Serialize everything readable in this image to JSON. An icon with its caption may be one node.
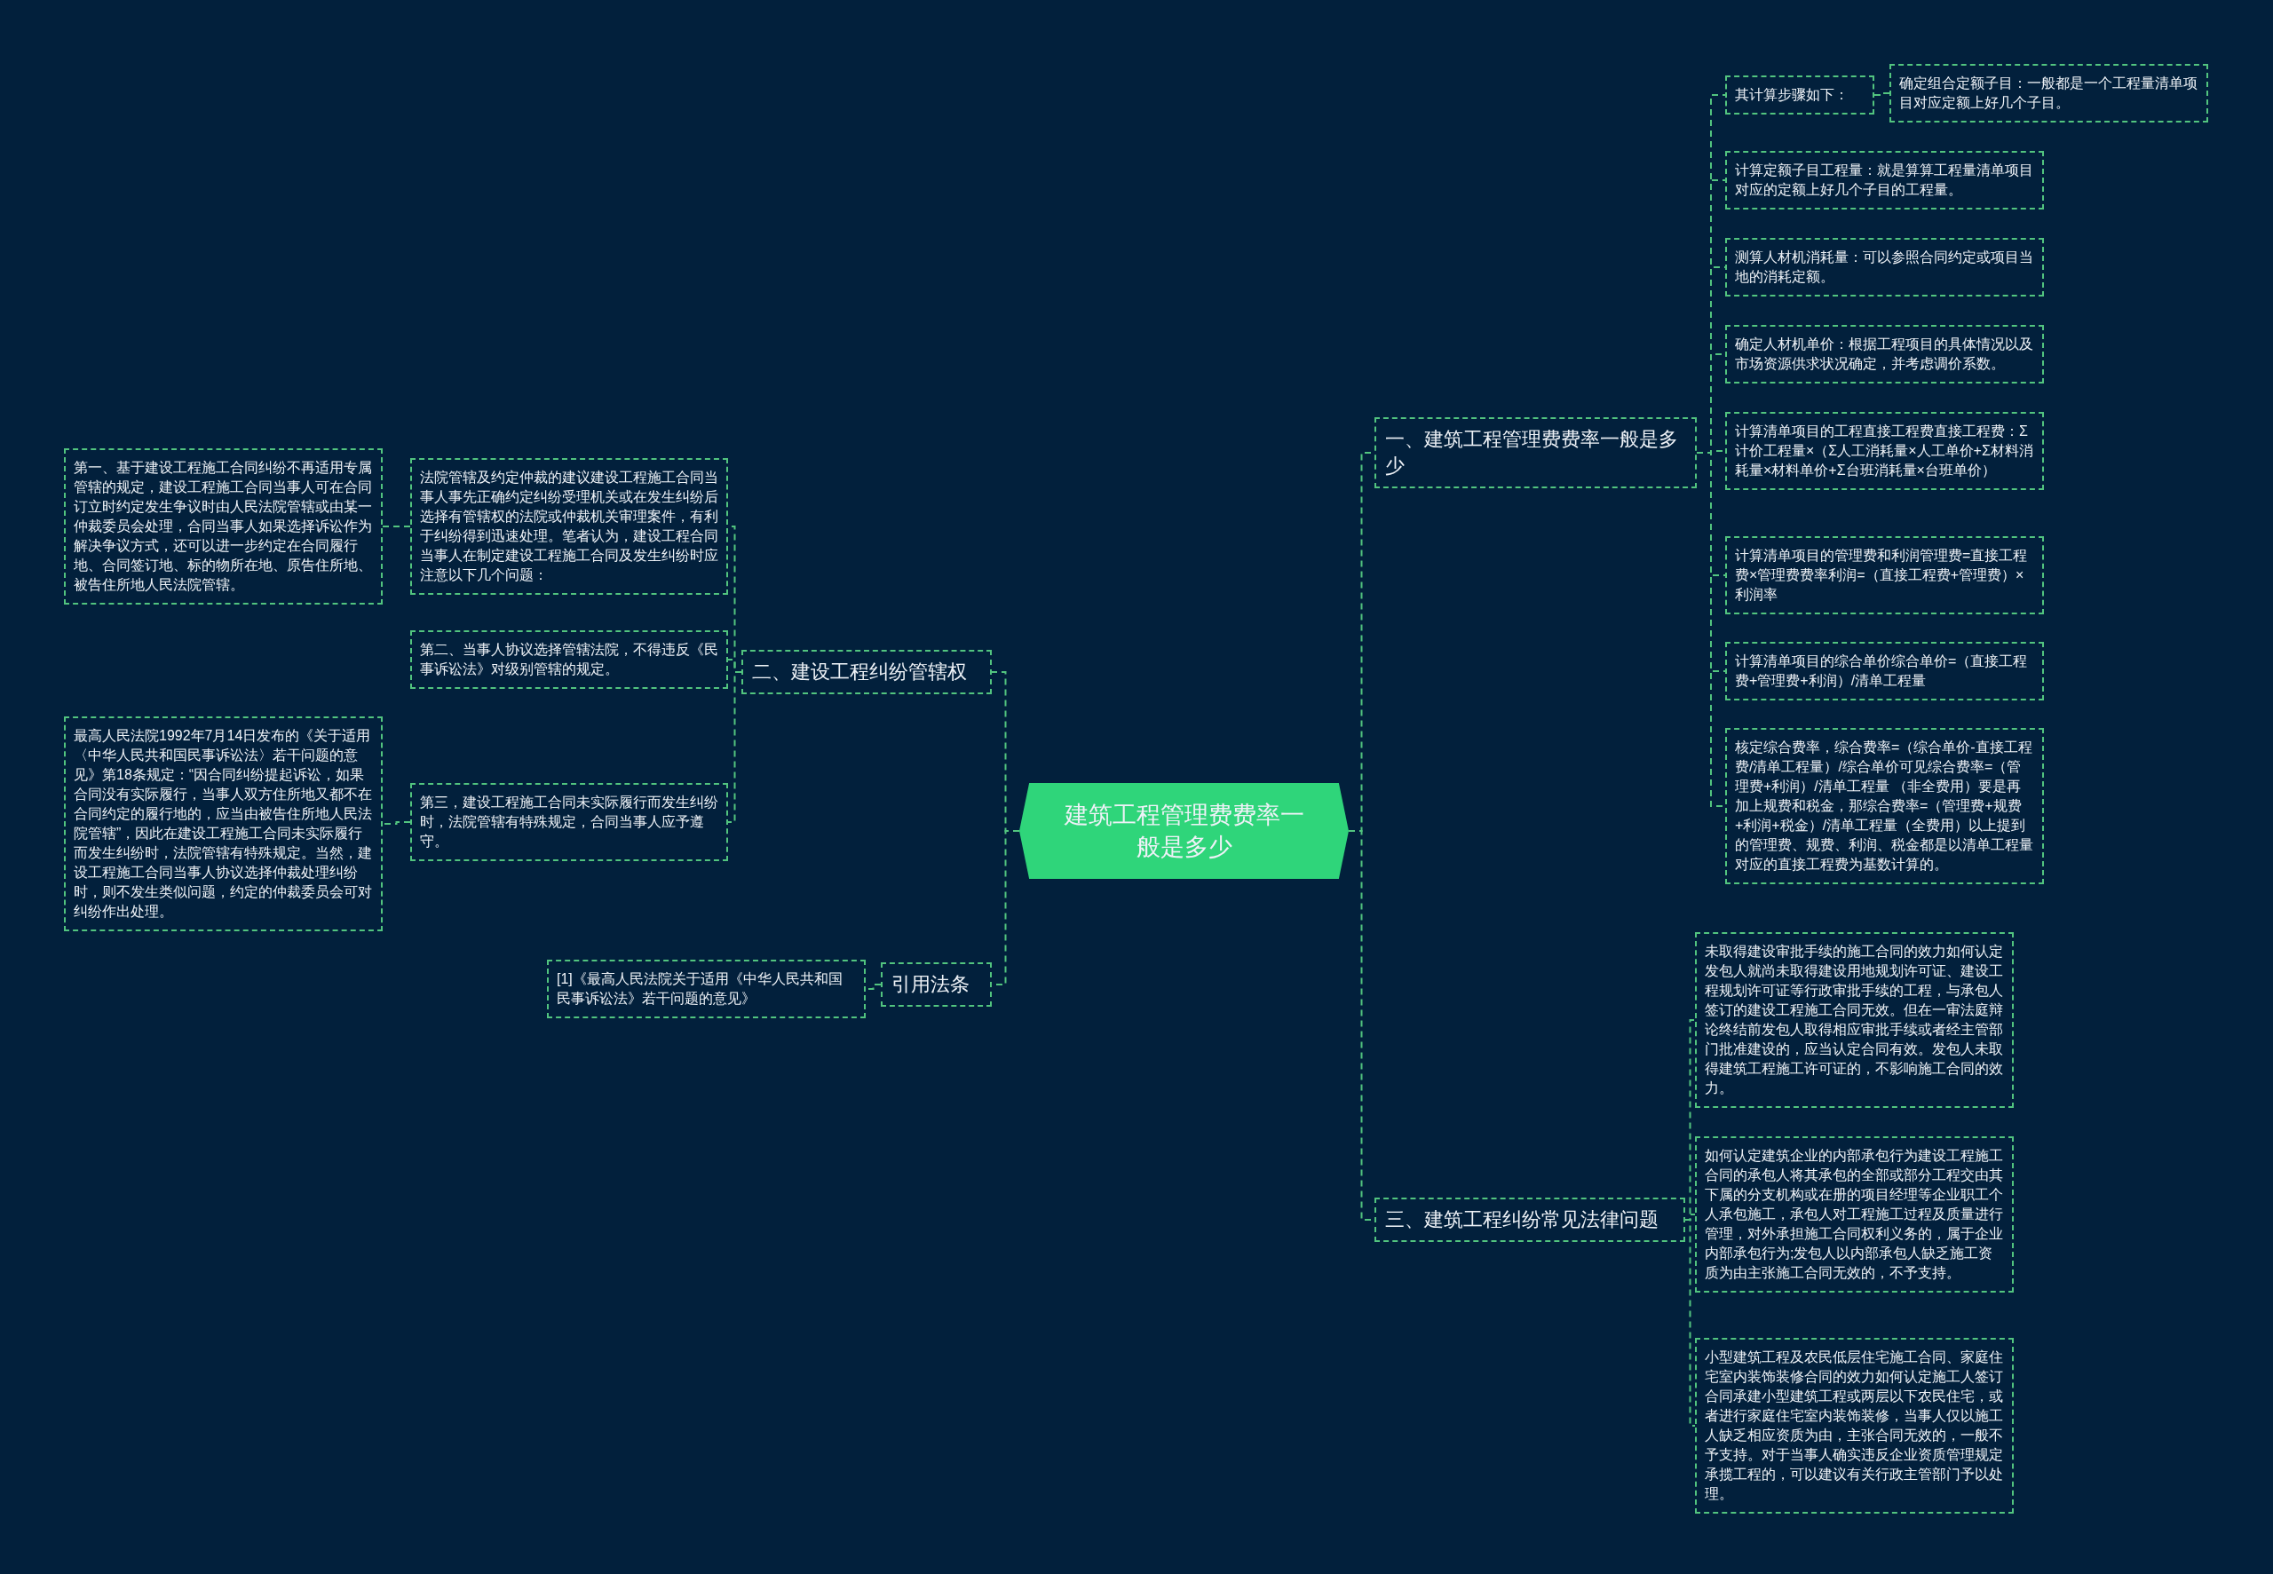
{
  "diagram": {
    "nodes": [
      {
        "text": [
          "建筑工程管理费费率一般是多少"
        ]
      },
      {
        "text": [
          "一、建筑工程管理费费率一般是多少"
        ]
      },
      {
        "text": [
          "其计算步骤如下："
        ]
      },
      {
        "text": [
          "确定组合定额子目：一般都是一个工程量清单项目对应定额上好几个子目。"
        ]
      },
      {
        "text": [
          "计算定额子目工程量：就是算算工程量清单项目对应的定额上好几个子目的工程量。"
        ]
      },
      {
        "text": [
          "测算人材机消耗量：可以参照合同约定或项目当地的消耗定额。"
        ]
      },
      {
        "text": [
          "确定人材机单价：根据工程项目的具体情况以及市场资源供求状况确定，并考虑调价系数。"
        ]
      },
      {
        "text": [
          "计算清单项目的工程直接工程费直接工程费：Σ计价工程量×（Σ人工消耗量×人工单价+Σ材料消耗量×材料单价+Σ台班消耗量×台班单价）"
        ]
      },
      {
        "text": [
          "计算清单项目的管理费和利润管理费=直接工程费×管理费费率利润=（直接工程费+管理费）×利润率"
        ]
      },
      {
        "text": [
          "计算清单项目的综合单价综合单价=（直接工程费+管理费+利润）/清单工程量"
        ]
      },
      {
        "text": [
          "核定综合费率，综合费率=（综合单价-直接工程费/清单工程量）/综合单价可见综合费率=（管理费+利润）/清单工程量 （非全费用）要是再加上规费和税金，那综合费率=（管理费+规费+利润+税金）/清单工程量（全费用）以上提到的管理费、规费、利润、税金都是以清单工程量对应的直接工程费为基数计算的。"
        ]
      },
      {
        "text": [
          "三、建筑工程纠纷常见法律问题"
        ]
      },
      {
        "text": [
          "未取得建设审批手续的施工合同的效力如何认定发包人就尚未取得建设用地规划许可证、建设工程规划许可证等行政审批手续的工程，与承包人签订的建设工程施工合同无效。但在一审法庭辩论终结前发包人取得相应审批手续或者经主管部门批准建设的，应当认定合同有效。发包人未取得建筑工程施工许可证的，不影响施工合同的效力。"
        ]
      },
      {
        "text": [
          "如何认定建筑企业的内部承包行为建设工程施工合同的承包人将其承包的全部或部分工程交由其下属的分支机构或在册的项目经理等企业职工个人承包施工，承包人对工程施工过程及质量进行管理，对外承担施工合同权利义务的，属于企业内部承包行为;发包人以内部承包人缺乏施工资质为由主张施工合同无效的，不予支持。"
        ]
      },
      {
        "text": [
          "小型建筑工程及农民低层住宅施工合同、家庭住宅室内装饰装修合同的效力如何认定施工人签订合同承建小型建筑工程或两层以下农民住宅，或者进行家庭住宅室内装饰装修，当事人仅以施工人缺乏相应资质为由，主张合同无效的，一般不予支持。对于当事人确实违反企业资质管理规定承揽工程的，可以建议有关行政主管部门予以处理。"
        ]
      },
      {
        "text": [
          "二、建设工程纠纷管辖权"
        ]
      },
      {
        "text": [
          "法院管辖及约定仲裁的建议建设工程施工合同当事人事先正确约定纠纷受理机关或在发生纠纷后选择有管辖权的法院或仲裁机关审理案件，有利于纠纷得到迅速处理。笔者认为，建设工程合同当事人在制定建设工程施工合同及发生纠纷时应注意以下几个问题："
        ]
      },
      {
        "text": [
          "第一、基于建设工程施工合同纠纷不再适用专属管辖的规定，建设工程施工合同当事人可在合同订立时约定发生争议时由人民法院管辖或由某一仲裁委员会处理，合同当事人如果选择诉讼作为解决争议方式，还可以进一步约定在合同履行地、合同签订地、标的物所在地、原告住所地、被告住所地人民法院管辖。"
        ]
      },
      {
        "text": [
          "第二、当事人协议选择管辖法院，不得违反《民事诉讼法》对级别管辖的规定。"
        ]
      },
      {
        "text": [
          "第三，建设工程施工合同未实际履行而发生纠纷时，法院管辖有特殊规定，合同当事人应予遵守。"
        ]
      },
      {
        "text": [
          "最高人民法院1992年7月14日发布的《关于适用〈中华人民共和国民事诉讼法〉若干问题的意见》第18条规定：“因合同纠纷提起诉讼，如果合同没有实际履行，当事人双方住所地又都不在合同约定的履行地的，应当由被告住所地人民法院管辖”，因此在建设工程施工合同未实际履行而发生纠纷时，法院管辖有特殊规定。当然，建设工程施工合同当事人协议选择仲裁处理纠纷时，则不发生类似问题，约定的仲裁委员会可对纠纷作出处理。"
        ]
      },
      {
        "text": [
          "引用法条"
        ]
      },
      {
        "text": [
          "[1]《最高人民法院关于适用《中华人民共和国民事诉讼法》若干问题的意见》"
        ]
      }
    ],
    "edges": [
      {
        "from": 0,
        "to": 1,
        "arrow": "none",
        "style": "dashed"
      },
      {
        "from": 1,
        "to": 2,
        "arrow": "none",
        "style": "dashed"
      },
      {
        "from": 2,
        "to": 3,
        "arrow": "none",
        "style": "dashed"
      },
      {
        "from": 1,
        "to": 4,
        "arrow": "none",
        "style": "dashed"
      },
      {
        "from": 1,
        "to": 5,
        "arrow": "none",
        "style": "dashed"
      },
      {
        "from": 1,
        "to": 6,
        "arrow": "none",
        "style": "dashed"
      },
      {
        "from": 1,
        "to": 7,
        "arrow": "none",
        "style": "dashed"
      },
      {
        "from": 1,
        "to": 8,
        "arrow": "none",
        "style": "dashed"
      },
      {
        "from": 1,
        "to": 9,
        "arrow": "none",
        "style": "dashed"
      },
      {
        "from": 1,
        "to": 10,
        "arrow": "none",
        "style": "dashed"
      },
      {
        "from": 0,
        "to": 11,
        "arrow": "none",
        "style": "dashed"
      },
      {
        "from": 11,
        "to": 12,
        "arrow": "none",
        "style": "dashed"
      },
      {
        "from": 11,
        "to": 13,
        "arrow": "none",
        "style": "dashed"
      },
      {
        "from": 11,
        "to": 14,
        "arrow": "none",
        "style": "dashed"
      },
      {
        "from": 0,
        "to": 15,
        "arrow": "none",
        "style": "dashed"
      },
      {
        "from": 15,
        "to": 16,
        "arrow": "none",
        "style": "dashed"
      },
      {
        "from": 16,
        "to": 17,
        "arrow": "none",
        "style": "dashed"
      },
      {
        "from": 15,
        "to": 18,
        "arrow": "none",
        "style": "dashed"
      },
      {
        "from": 15,
        "to": 19,
        "arrow": "none",
        "style": "dashed"
      },
      {
        "from": 19,
        "to": 20,
        "arrow": "none",
        "style": "dashed"
      },
      {
        "from": 0,
        "to": 21,
        "arrow": "none",
        "style": "dashed"
      },
      {
        "from": 21,
        "to": 22,
        "arrow": "none",
        "style": "dashed"
      }
    ]
  }
}
